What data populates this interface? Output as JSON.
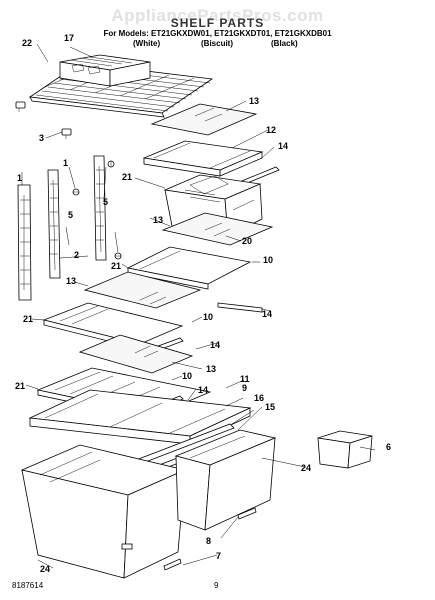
{
  "header": {
    "watermark": "AppliancePartsPros.com",
    "title": "SHELF PARTS",
    "models_line": "For Models: ET21GKXDW01, ET21GKXDT01, ET21GKXDB01",
    "colors": [
      "(White)",
      "(Biscuit)",
      "(Black)"
    ]
  },
  "callouts": [
    "22",
    "17",
    "3",
    "13",
    "12",
    "14",
    "21",
    "1",
    "5",
    "1",
    "5",
    "13",
    "20",
    "2",
    "10",
    "21",
    "13",
    "14",
    "21",
    "10",
    "14",
    "13",
    "21",
    "10",
    "14",
    "11",
    "9",
    "16",
    "15",
    "6",
    "24",
    "8",
    "7",
    "24"
  ],
  "footer": {
    "left": "8187614",
    "page": "9"
  }
}
